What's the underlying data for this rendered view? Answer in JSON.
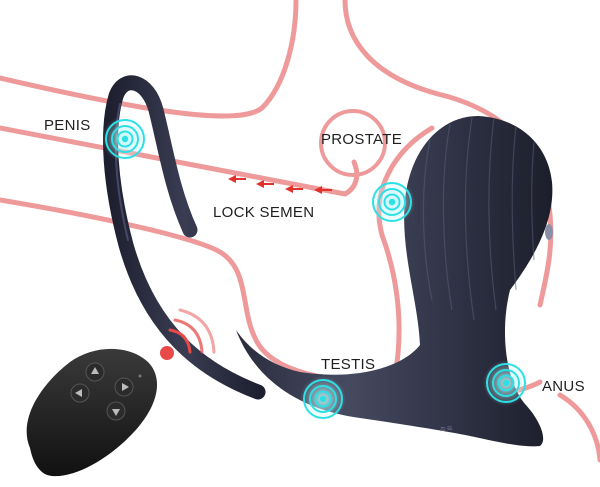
{
  "labels": {
    "penis": "PENIS",
    "prostate": "PROSTATE",
    "lock_semen": "LOCK SEMEN",
    "testis": "TESTIS",
    "anus": "ANUS"
  },
  "colors": {
    "anatomy_outline": "#ee9a9a",
    "device_body": "#27293a",
    "vibration_accent": "#2ee0e6",
    "arrow_red": "#e0322c",
    "remote_body": "#1b1b1b",
    "signal_red": "#e84a4a"
  },
  "icons": {
    "vibration_marker": "vibration-target-icon",
    "arrow": "left-arrow-icon",
    "remote_buttons": [
      "up-arrow-icon",
      "left-arrow-icon",
      "right-arrow-icon",
      "down-arrow-icon"
    ],
    "signal": "wireless-signal-icon"
  }
}
